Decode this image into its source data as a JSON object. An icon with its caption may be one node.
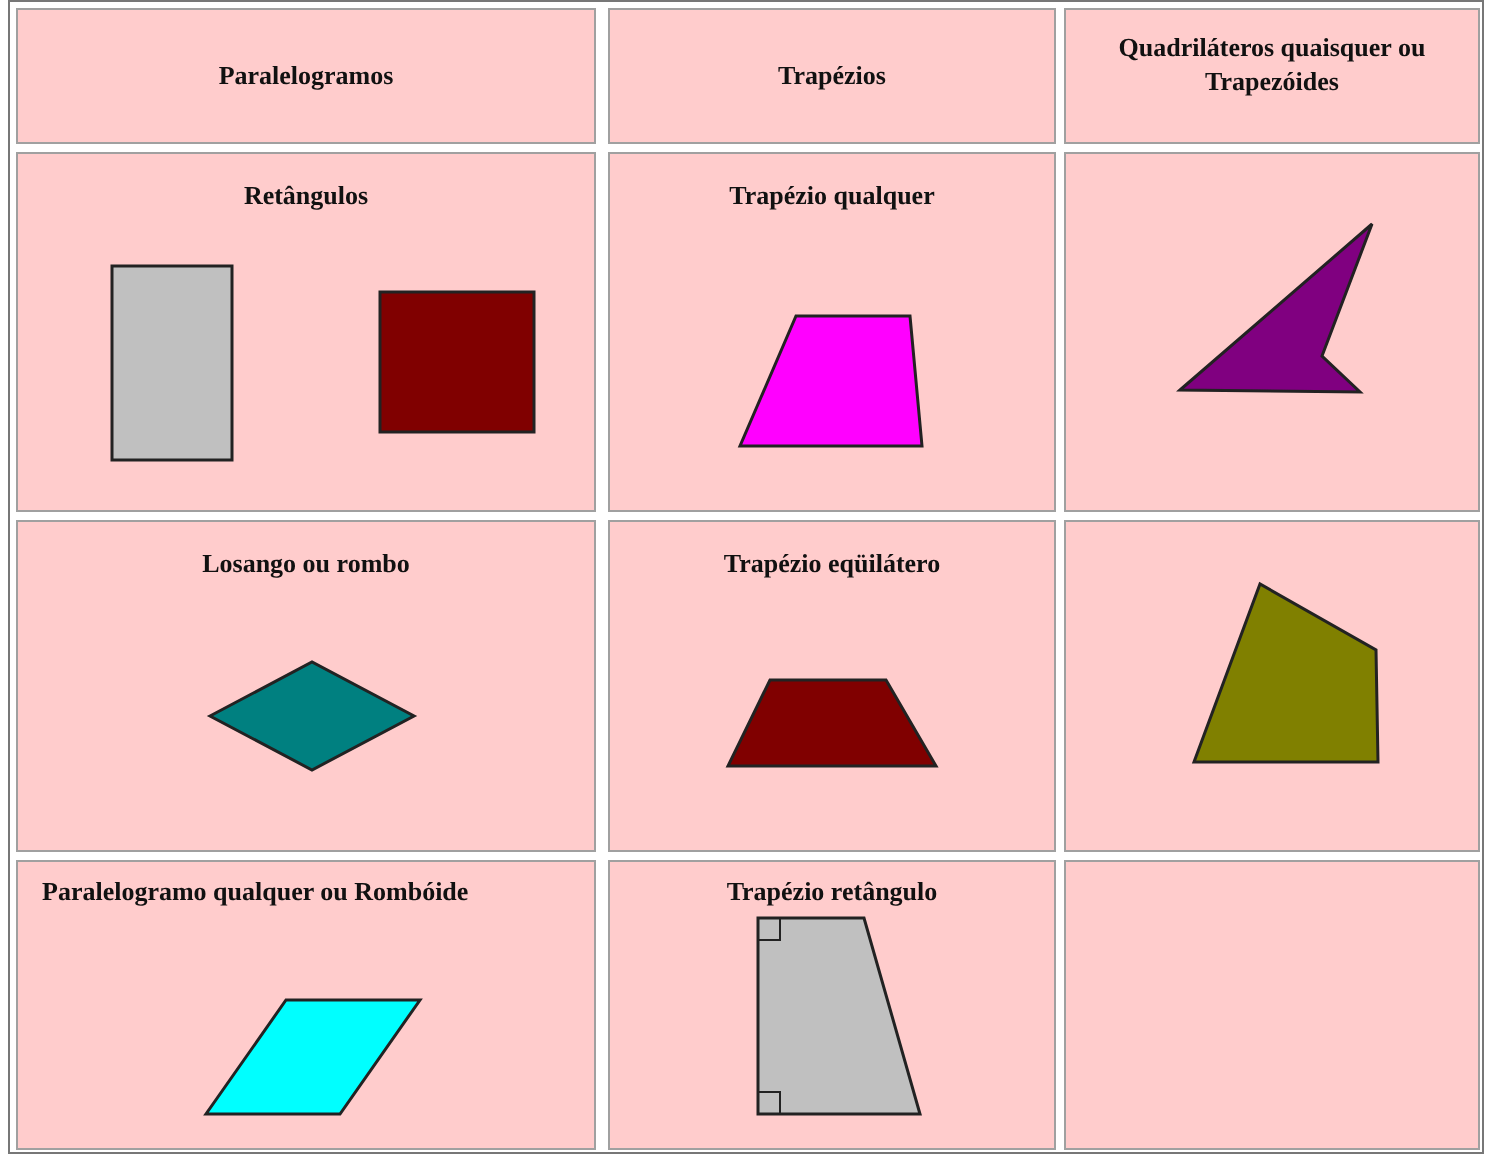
{
  "diagram": {
    "nodes": [
      {
        "text": [],
        "shape": "box"
      },
      {
        "text": [],
        "shape": "box"
      },
      {
        "text": [],
        "shape": "trapezoid"
      },
      {
        "text": [],
        "shape": "polygon"
      },
      {
        "text": [],
        "shape": "diamond"
      },
      {
        "text": [],
        "shape": "trapezoid"
      },
      {
        "text": [],
        "shape": "polygon"
      },
      {
        "text": [],
        "shape": "parallelogram"
      },
      {
        "text": [],
        "shape": "trapezoid"
      }
    ],
    "labels": [
      "Paralelogramos",
      "Trapézios",
      "Quadriláteros quaisquer ou Trapezóides",
      "Retângulos",
      "Trapézio qualquer",
      "Losango ou rombo",
      "Trapézio eqüilátero",
      "Paralelogramo qualquer ou Rombóide",
      "Trapézio retângulo"
    ]
  }
}
